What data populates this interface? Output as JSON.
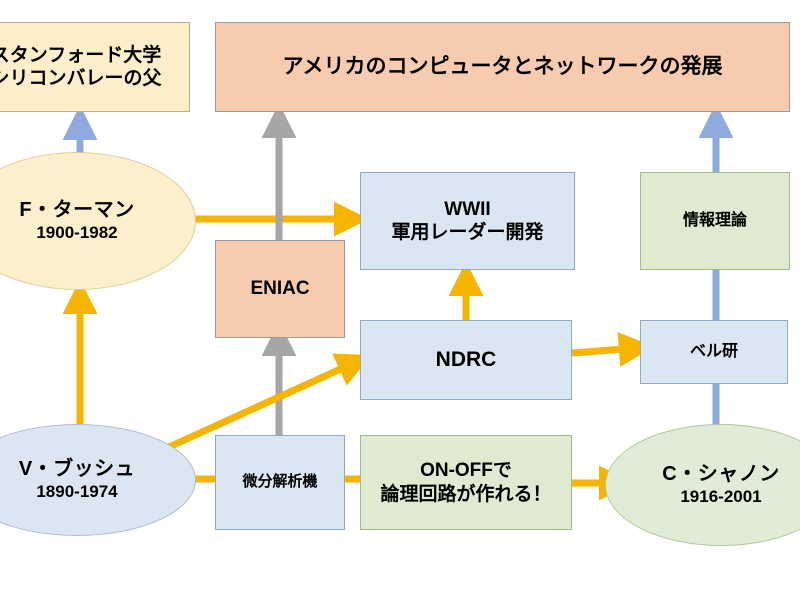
{
  "diagram": {
    "title_banner": "アメリカのコンピュータとネットワークの発展",
    "colors": {
      "peach_fill": "#f7cbad",
      "cream_fill": "#fbeec9",
      "blue_fill": "#dbe6f3",
      "green_fill": "#dfead0",
      "orange_arrow": "#f5b400",
      "gray_arrow": "#a6a6a6",
      "blue_arrow": "#8faadc",
      "text": "#000000",
      "background": "#ffffff"
    },
    "nodes": {
      "stanford": {
        "line1": "スタンフォード大学",
        "line2": "シリコンバレーの父",
        "shape": "rectangle",
        "fill": "cream"
      },
      "banner": {
        "label": "アメリカのコンピュータとネットワークの発展",
        "shape": "rectangle",
        "fill": "peach"
      },
      "terman": {
        "name": "F・ターマン",
        "years": "1900-1982",
        "shape": "ellipse",
        "fill": "cream"
      },
      "wwii": {
        "line1": "WWII",
        "line2": "軍用レーダー開発",
        "shape": "rectangle",
        "fill": "blue"
      },
      "info_theory": {
        "label": "情報理論",
        "shape": "rectangle",
        "fill": "green"
      },
      "eniac": {
        "label": "ENIAC",
        "shape": "rectangle",
        "fill": "peach"
      },
      "ndrc": {
        "label": "NDRC",
        "shape": "rectangle",
        "fill": "blue"
      },
      "bell_labs": {
        "label": "ベル研",
        "shape": "rectangle",
        "fill": "blue"
      },
      "bush": {
        "name": "V・ブッシュ",
        "years": "1890-1974",
        "shape": "ellipse",
        "fill": "blue"
      },
      "differential_analyzer": {
        "label": "微分解析機",
        "shape": "rectangle",
        "fill": "blue"
      },
      "onoff": {
        "line1": "ON-OFFで",
        "line2": "論理回路が作れる！",
        "shape": "rectangle",
        "fill": "green"
      },
      "shannon": {
        "name": "C・シャノン",
        "years": "1916-2001",
        "shape": "ellipse",
        "fill": "green"
      }
    },
    "edges": [
      {
        "from": "terman",
        "to": "stanford",
        "color": "blue_arrow",
        "style": "arrow-up"
      },
      {
        "from": "bush",
        "to": "terman",
        "color": "orange_arrow",
        "style": "arrow-up"
      },
      {
        "from": "terman",
        "to": "wwii",
        "color": "orange_arrow",
        "style": "arrow-right"
      },
      {
        "from": "eniac",
        "to": "banner",
        "color": "gray_arrow",
        "style": "arrow-up"
      },
      {
        "from": "differential_analyzer",
        "to": "eniac",
        "color": "gray_arrow",
        "style": "arrow-up"
      },
      {
        "from": "ndrc",
        "to": "wwii",
        "color": "orange_arrow",
        "style": "arrow-up"
      },
      {
        "from": "bush",
        "to": "ndrc",
        "color": "orange_arrow",
        "style": "arrow-diagonal"
      },
      {
        "from": "ndrc",
        "to": "bell_labs",
        "color": "orange_arrow",
        "style": "arrow-right"
      },
      {
        "from": "bush",
        "to": "differential_analyzer",
        "color": "orange_arrow",
        "style": "line"
      },
      {
        "from": "differential_analyzer",
        "to": "onoff",
        "color": "orange_arrow",
        "style": "line"
      },
      {
        "from": "onoff",
        "to": "shannon",
        "color": "orange_arrow",
        "style": "arrow-right"
      },
      {
        "from": "shannon",
        "to": "bell_labs",
        "color": "blue_arrow",
        "style": "line"
      },
      {
        "from": "bell_labs",
        "to": "info_theory",
        "color": "blue_arrow",
        "style": "line"
      },
      {
        "from": "info_theory",
        "to": "banner",
        "color": "blue_arrow",
        "style": "arrow-up"
      }
    ]
  }
}
